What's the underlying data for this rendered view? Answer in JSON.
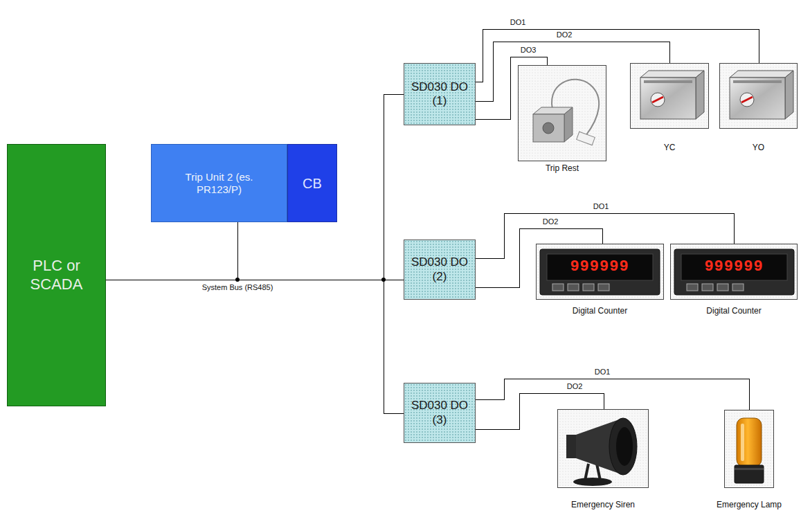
{
  "diagram": {
    "nodes": [
      {
        "text": [
          "PLC or SCADA"
        ]
      },
      {
        "text": [
          "Trip Unit 2 (es. PR123/P)"
        ]
      },
      {
        "text": [
          "CB"
        ]
      },
      {
        "text": [
          "SD030 DO (1)"
        ]
      },
      {
        "text": [
          "Trip Rest"
        ]
      },
      {
        "text": [
          "YC"
        ]
      },
      {
        "text": [
          "YO"
        ]
      },
      {
        "text": [
          "SD030 DO (2)"
        ]
      },
      {
        "text": [
          "Digital Counter"
        ]
      },
      {
        "text": [
          "Digital Counter"
        ]
      },
      {
        "text": [
          "SD030 DO (3)"
        ]
      },
      {
        "text": [
          "Emergency Siren"
        ]
      },
      {
        "text": [
          "Emergency Lamp"
        ]
      }
    ],
    "edges": [
      {
        "from": 0,
        "to": 1,
        "arrow": "none"
      },
      {
        "from": 0,
        "to": 3,
        "arrow": "none"
      },
      {
        "from": 0,
        "to": 7,
        "label": "System Bus (RS485)",
        "arrow": "none"
      },
      {
        "from": 0,
        "to": 10,
        "arrow": "none"
      },
      {
        "from": 3,
        "to": 6,
        "label": "DO1",
        "arrow": "none"
      },
      {
        "from": 3,
        "to": 5,
        "label": "DO2",
        "arrow": "none"
      },
      {
        "from": 3,
        "to": 4,
        "label": "DO3",
        "arrow": "none"
      },
      {
        "from": 7,
        "to": 9,
        "label": "DO1",
        "arrow": "none"
      },
      {
        "from": 7,
        "to": 8,
        "label": "DO2",
        "arrow": "none"
      },
      {
        "from": 10,
        "to": 12,
        "label": "DO1",
        "arrow": "none"
      },
      {
        "from": 10,
        "to": 11,
        "label": "DO2",
        "arrow": "none"
      }
    ],
    "labels": [
      "999999",
      "999999"
    ]
  }
}
